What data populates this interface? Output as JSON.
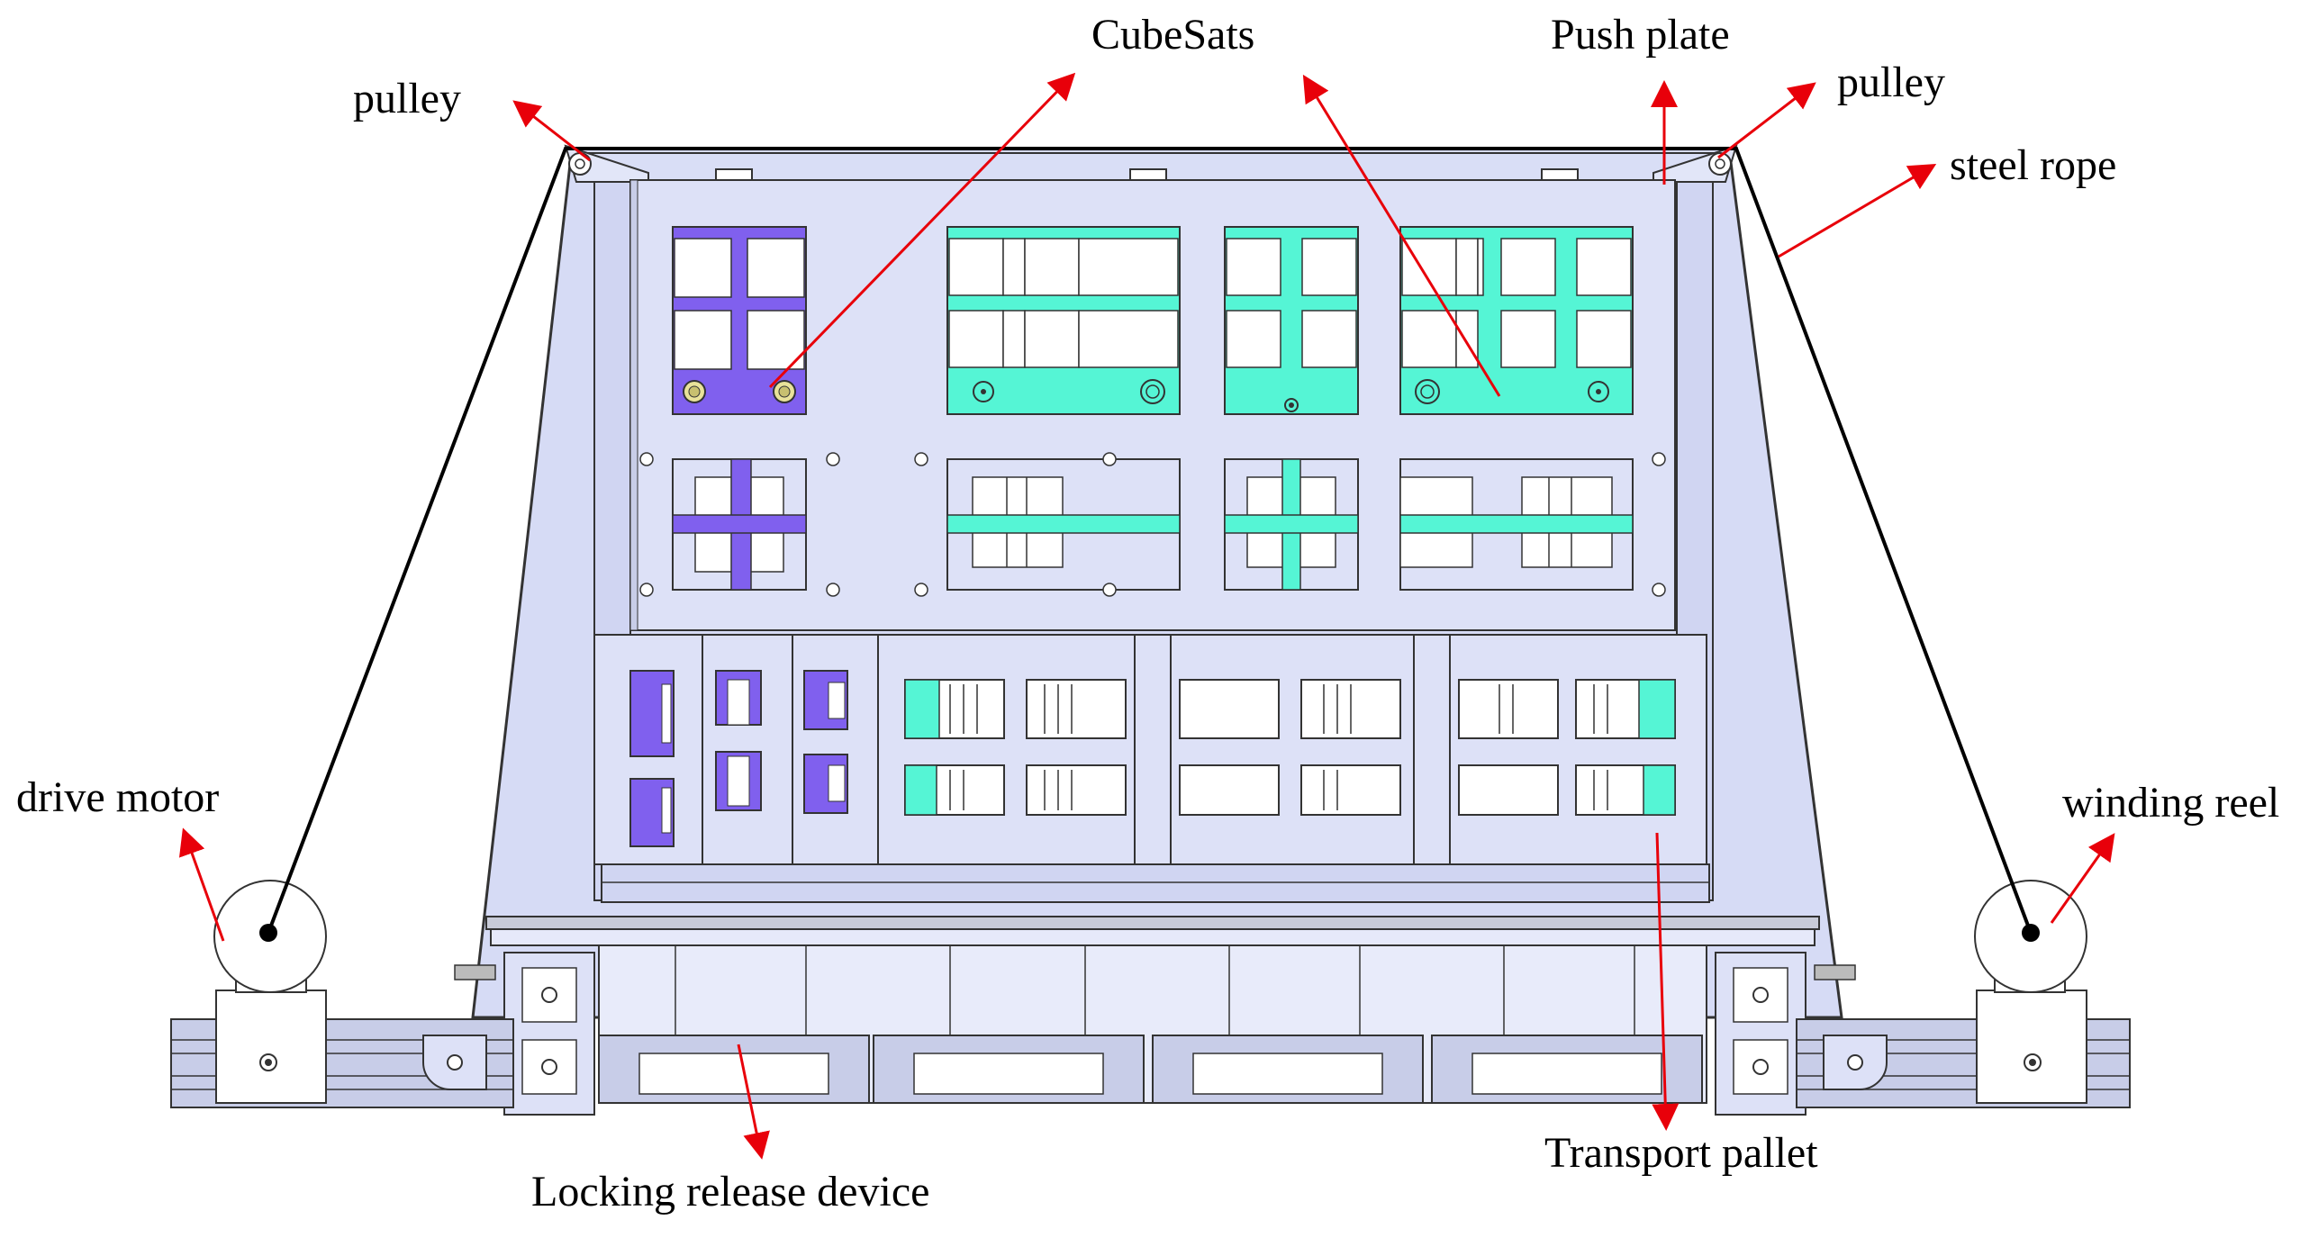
{
  "labels": {
    "pulley_left": "pulley",
    "cubesats": "CubeSats",
    "push_plate": "Push plate",
    "pulley_right": "pulley",
    "steel_rope": "steel rope",
    "drive_motor": "drive motor",
    "winding_reel": "winding reel",
    "transport_pallet": "Transport pallet",
    "locking_release_device": "Locking release device"
  },
  "colors": {
    "frame": "#d6dbf5",
    "frame_stroke": "#3a3a3a",
    "cubesat_purple": "#8060ee",
    "cubesat_cyan": "#55f5d5",
    "arrow": "#e8000a",
    "rope": "#000000",
    "rail": "#c8cde8"
  }
}
